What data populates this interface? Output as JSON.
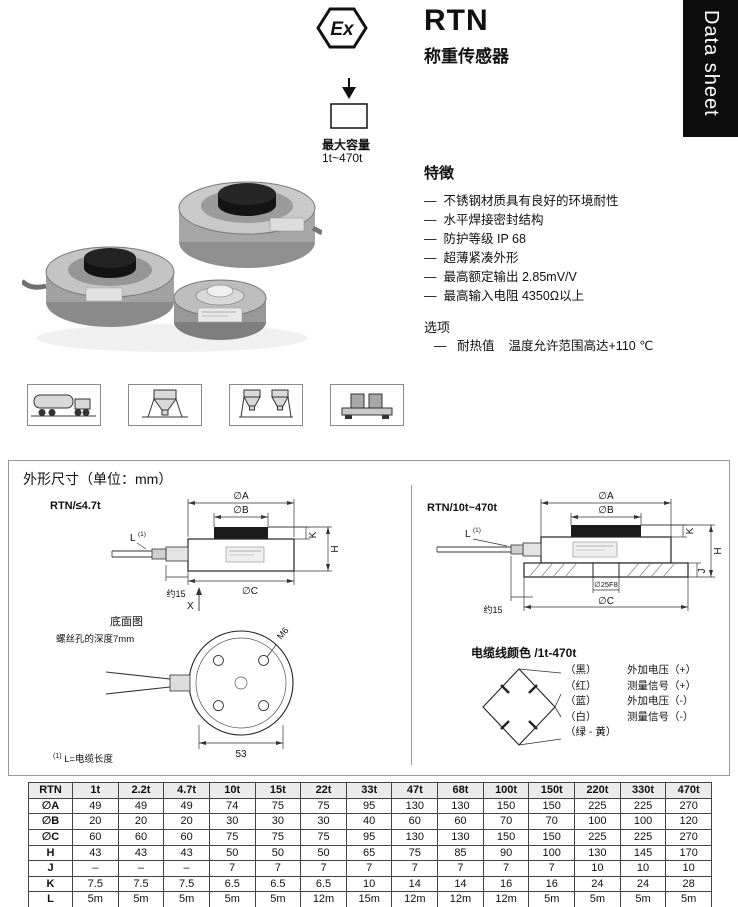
{
  "header": {
    "ex_mark": "Ex",
    "title": "RTN",
    "subtitle": "称重传感器",
    "banner": "Data sheet",
    "capacity_label": "最大容量",
    "capacity_range": "1t~470t"
  },
  "features": {
    "heading": "特徴",
    "items": [
      "不锈钢材质具有良好的环境耐性",
      "水平焊接密封结构",
      "防护等级 IP 68",
      "超薄紧凑外形",
      "最高额定输出  2.85mV/V",
      "最高输入电阻  4350Ω以上"
    ],
    "options_heading": "选项",
    "option_label": "耐热值",
    "option_value": "温度允许范围高达+110 ℃"
  },
  "application_icons": [
    "tanker-truck",
    "hopper-scale",
    "dual-hopper",
    "platform-scale"
  ],
  "dimensions": {
    "heading": "外形尺寸（单位：mm）",
    "model_small": "RTN/≤4.7t",
    "model_large": "RTN/10t~470t",
    "bottom_view": "底面图",
    "screw_note": "螺丝孔的深度7mm",
    "thread_label": "M6",
    "bolt_spacing": "53",
    "approx15": "约15",
    "dim_a": "∅A",
    "dim_b": "∅B",
    "dim_c": "∅C",
    "dim_h": "H",
    "dim_j": "J",
    "dim_k": "K",
    "dim_l": "L",
    "dim_x": "X",
    "center_hole": "∅25F8",
    "footnote_marker": "(1)",
    "footnote": "L=电缆长度",
    "cable": {
      "heading": "电缆线颜色 /1t-470t",
      "rows": [
        {
          "color": "（黑）",
          "signal": "外加电压（+）"
        },
        {
          "color": "（红）",
          "signal": "测量信号（+）"
        },
        {
          "color": "（蓝）",
          "signal": "外加电压（-）"
        },
        {
          "color": "（白）",
          "signal": "测量信号（-）"
        },
        {
          "color": "（绿 - 黄）",
          "signal": ""
        }
      ]
    }
  },
  "spec_table": {
    "columns": [
      "RTN",
      "1t",
      "2.2t",
      "4.7t",
      "10t",
      "15t",
      "22t",
      "33t",
      "47t",
      "68t",
      "100t",
      "150t",
      "220t",
      "330t",
      "470t"
    ],
    "rows": [
      {
        "label": "∅A",
        "values": [
          "49",
          "49",
          "49",
          "74",
          "75",
          "75",
          "95",
          "130",
          "130",
          "150",
          "150",
          "225",
          "225",
          "270"
        ]
      },
      {
        "label": "∅B",
        "values": [
          "20",
          "20",
          "20",
          "30",
          "30",
          "30",
          "40",
          "60",
          "60",
          "70",
          "70",
          "100",
          "100",
          "120"
        ]
      },
      {
        "label": "∅C",
        "values": [
          "60",
          "60",
          "60",
          "75",
          "75",
          "75",
          "95",
          "130",
          "130",
          "150",
          "150",
          "225",
          "225",
          "270"
        ]
      },
      {
        "label": "H",
        "values": [
          "43",
          "43",
          "43",
          "50",
          "50",
          "50",
          "65",
          "75",
          "85",
          "90",
          "100",
          "130",
          "145",
          "170"
        ]
      },
      {
        "label": "J",
        "values": [
          "–",
          "–",
          "–",
          "7",
          "7",
          "7",
          "7",
          "7",
          "7",
          "7",
          "7",
          "10",
          "10",
          "10"
        ]
      },
      {
        "label": "K",
        "values": [
          "7.5",
          "7.5",
          "7.5",
          "6.5",
          "6.5",
          "6.5",
          "10",
          "14",
          "14",
          "16",
          "16",
          "24",
          "24",
          "28"
        ]
      },
      {
        "label": "L",
        "values": [
          "5m",
          "5m",
          "5m",
          "5m",
          "5m",
          "12m",
          "15m",
          "12m",
          "12m",
          "12m",
          "5m",
          "5m",
          "5m",
          "5m"
        ]
      }
    ]
  }
}
